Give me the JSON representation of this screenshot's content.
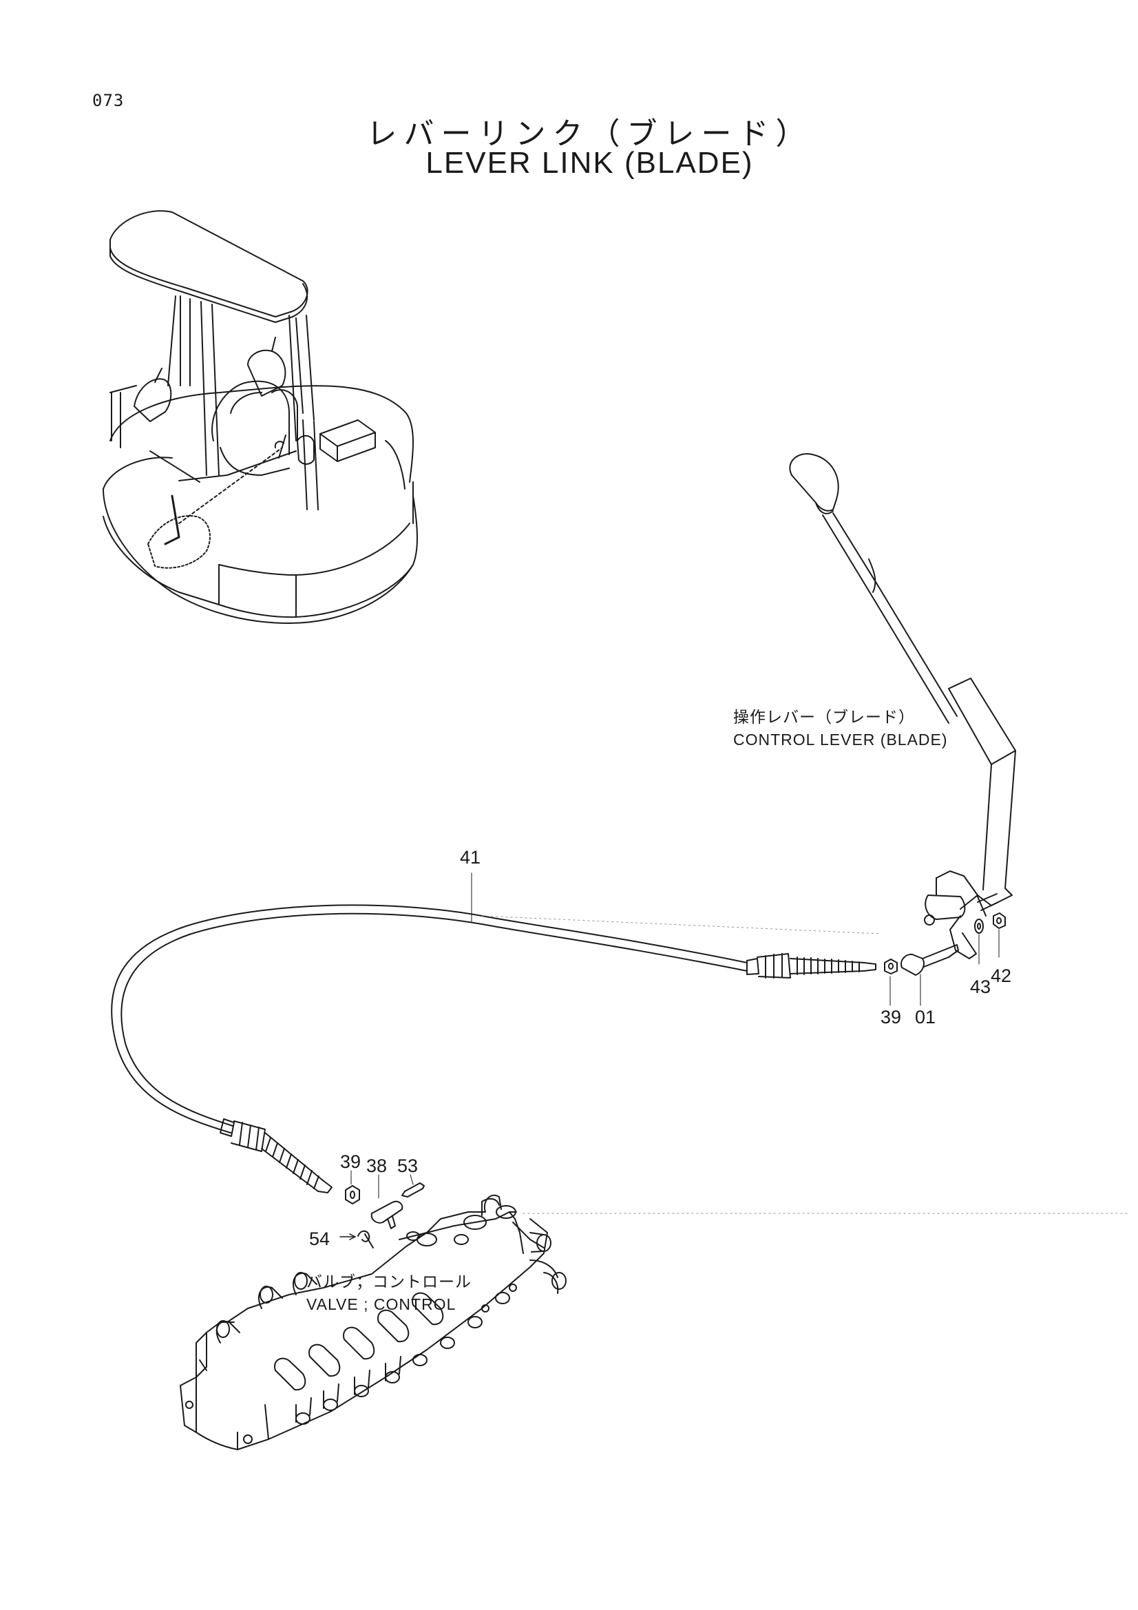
{
  "page_number": "073",
  "title": {
    "jp": "レバーリンク（ブレード）",
    "en": "LEVER LINK (BLADE)"
  },
  "callouts": {
    "control_lever": {
      "jp": "操作レバー（ブレード）",
      "en": "CONTROL LEVER (BLADE)"
    },
    "control_valve": {
      "jp": "バルブ；コントロール",
      "en": "VALVE ; CONTROL"
    }
  },
  "part_numbers": {
    "cable": "41",
    "upper_nut": "39",
    "upper_joint": "01",
    "lock_washer": "43",
    "nut": "42",
    "lower_nut": "39",
    "pin": "38",
    "pin_bolt": "53",
    "cotter_pin": "54"
  }
}
